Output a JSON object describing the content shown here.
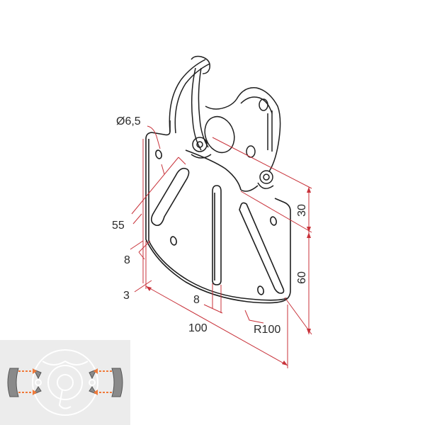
{
  "colors": {
    "dimension_line": "#c8323a",
    "outline": "#1f1f1f",
    "inset_bg": "#ececec",
    "inset_arrow": "#f07a3a",
    "inset_part": "#8a8a8a"
  },
  "drawing": {
    "subject": "motor bracket mounting plate with clip-in adapter",
    "view": "isometric"
  },
  "dimensions": {
    "hole_diameter": "Ø6,5",
    "slot_length": "55",
    "slot_width_left": "8",
    "plate_thickness": "3",
    "slot_width_bottom": "8",
    "width": "100",
    "radius": "R100",
    "height_upper": "30",
    "height_lower": "60"
  },
  "inset": {
    "description": "clip mounting detail with arrows indicating clip insertion",
    "arrow_count": 4
  }
}
